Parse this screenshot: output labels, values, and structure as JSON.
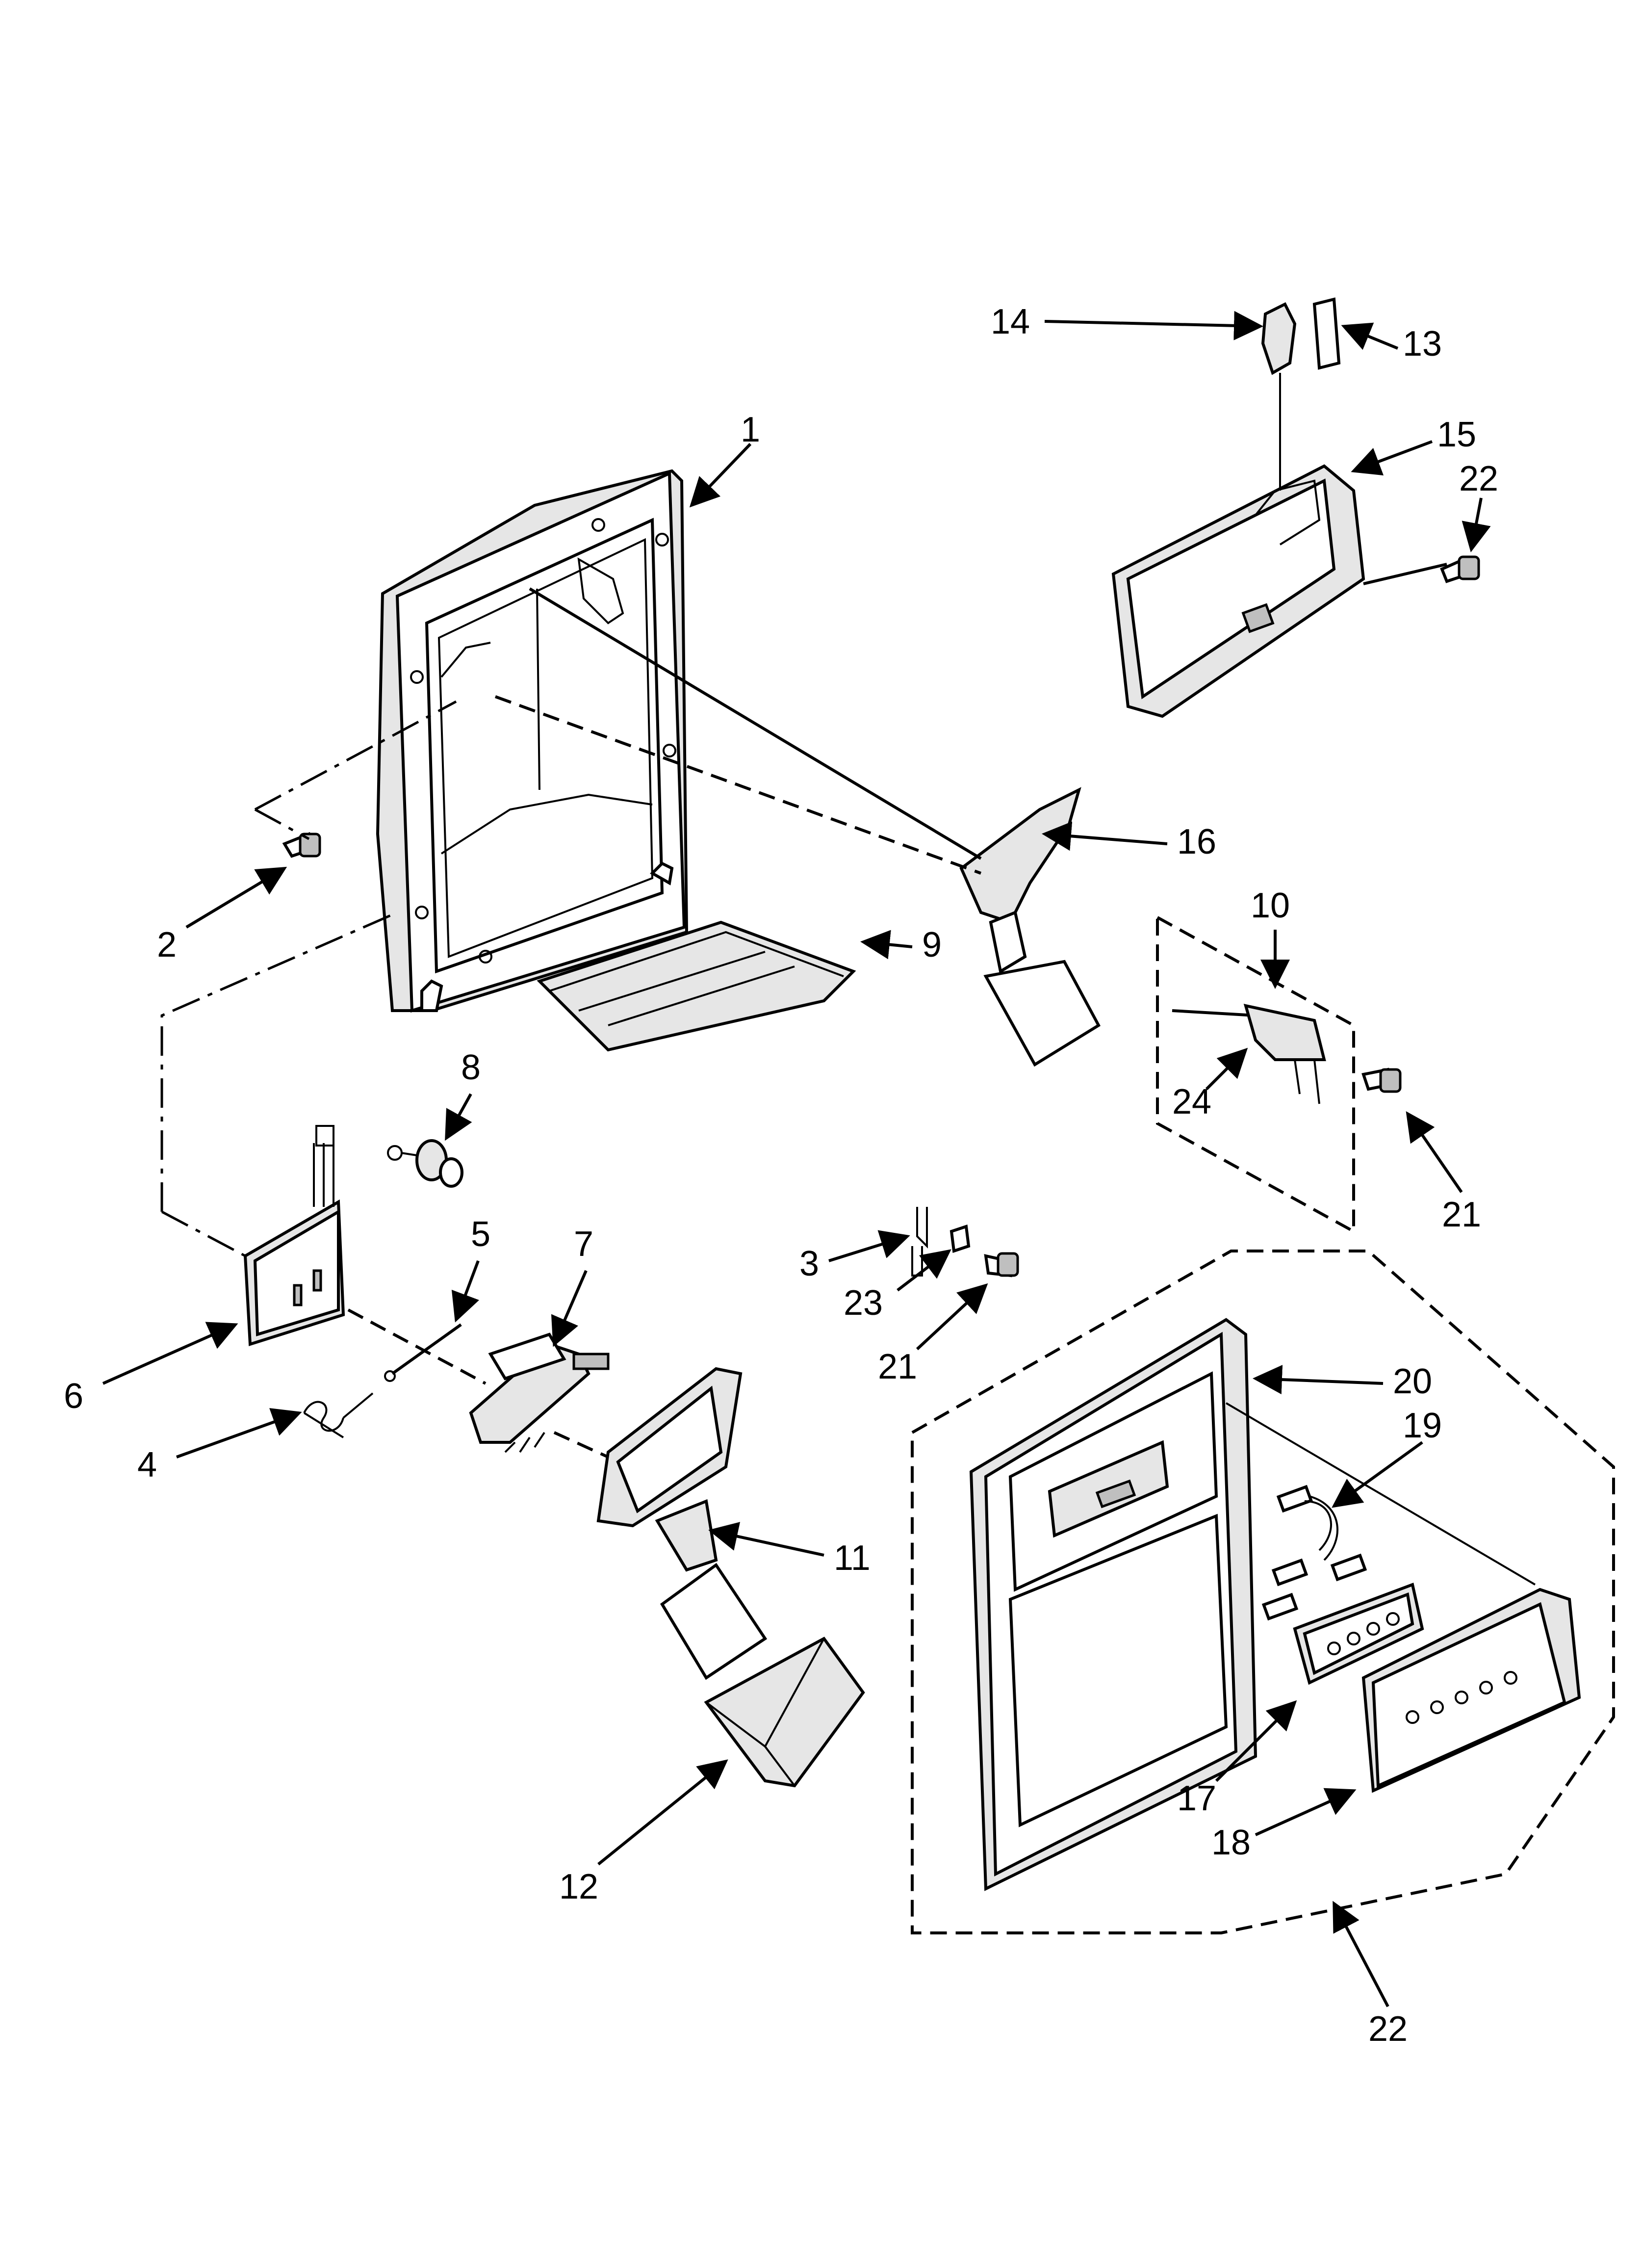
{
  "callouts": {
    "c1": "1",
    "c2": "2",
    "c3": "3",
    "c4": "4",
    "c5": "5",
    "c6": "6",
    "c7": "7",
    "c8": "8",
    "c9": "9",
    "c10": "10",
    "c11": "11",
    "c12": "12",
    "c13": "13",
    "c14": "14",
    "c15": "15",
    "c16": "16",
    "c17": "17",
    "c18": "18",
    "c19": "19",
    "c20": "20",
    "c21a": "21",
    "c21b": "21",
    "c22a": "22",
    "c22b": "22",
    "c23": "23",
    "c24": "24"
  }
}
